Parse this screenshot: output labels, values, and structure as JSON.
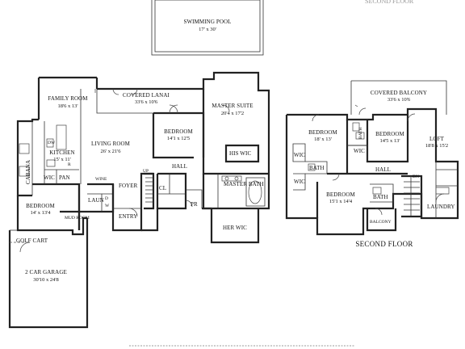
{
  "first_floor": {
    "rooms": [
      {
        "id": "pool",
        "name": "SWIMMING POOL",
        "dims": "17' x 30'"
      },
      {
        "id": "family",
        "name": "FAMILY ROOM",
        "dims": "18'6 x 13'"
      },
      {
        "id": "lanai",
        "name": "COVERED LANAI",
        "dims": "33'6 x 10'6"
      },
      {
        "id": "master",
        "name": "MASTER SUITE",
        "dims": "20'4 x 17'2"
      },
      {
        "id": "bed1",
        "name": "BEDROOM",
        "dims": "14'1 x 12'5"
      },
      {
        "id": "living",
        "name": "LIVING ROOM",
        "dims": "26' x 21'6"
      },
      {
        "id": "kitchen",
        "name": "KITCHEN",
        "dims": "15' x 11'"
      },
      {
        "id": "bed2",
        "name": "BEDROOM",
        "dims": "14' x 13'4"
      },
      {
        "id": "garage",
        "name": "2 CAR GARAGE",
        "dims": "30'10 x 24'8"
      }
    ],
    "labels": {
      "cabana": "CABANA",
      "wic": "WIC",
      "pan": "PAN",
      "dw": "DW",
      "r": "R",
      "wine": "WINE",
      "laun": "LAUN",
      "d": "D",
      "w": "W",
      "mud_room": "MUD ROOM",
      "foyer": "FOYER",
      "entry": "ENTRY",
      "up": "UP",
      "cl": "CL",
      "pr": "PR",
      "hall": "HALL",
      "his_wic": "HIS WIC",
      "master_bath": "MASTER BATH",
      "her_wic": "HER WIC",
      "golf_cart": "GOLF CART"
    }
  },
  "second_floor": {
    "title": "SECOND FLOOR",
    "rooms": [
      {
        "id": "balcony_cov",
        "name": "COVERED BALCONY",
        "dims": "33'6 x 10'6"
      },
      {
        "id": "s_bed1",
        "name": "BEDROOM",
        "dims": "18' x 13'"
      },
      {
        "id": "s_bed2",
        "name": "BEDROOM",
        "dims": "14'5 x 13'"
      },
      {
        "id": "loft",
        "name": "LOFT",
        "dims": "18'8 x 15'2"
      },
      {
        "id": "s_bed3",
        "name": "BEDROOM",
        "dims": "15'1 x 14'4"
      }
    ],
    "labels": {
      "wic": "WIC",
      "bath": "BATH",
      "hall": "HALL",
      "dn": "DN",
      "laundry": "LAUNDRY",
      "balcony": "BALCONY"
    }
  }
}
